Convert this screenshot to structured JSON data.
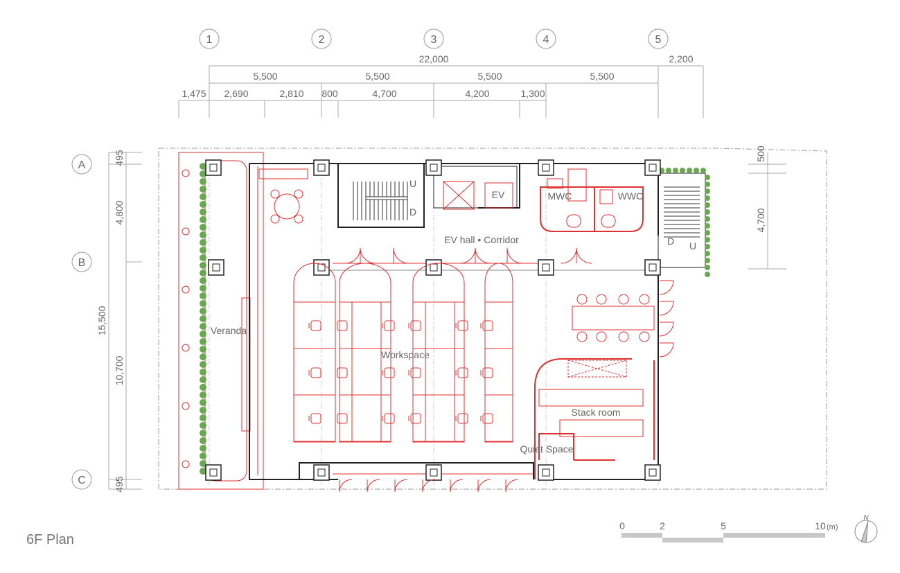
{
  "title": "6F Plan",
  "grid_columns": [
    "1",
    "2",
    "3",
    "4",
    "5"
  ],
  "grid_rows": [
    "A",
    "B",
    "C"
  ],
  "dimensions_top": {
    "overall": "22,000",
    "overhang": "2,200",
    "bays": [
      "5,500",
      "5,500",
      "5,500",
      "5,500"
    ],
    "sub": [
      "1,475",
      "2,690",
      "2,810",
      "800",
      "4,700",
      "4,200",
      "1,300"
    ]
  },
  "dimensions_left": {
    "overall": "15,500",
    "top_edge": "495",
    "bottom_edge": "495",
    "bay_ab": "4,800",
    "bay_bc": "10,700"
  },
  "dimensions_right": {
    "top": "500",
    "bay": "4,700"
  },
  "rooms": {
    "veranda": "Veranda",
    "workspace": "Workspace",
    "ev_hall": "EV hall • Corridor",
    "mwc": "MWC",
    "wwc": "WWC",
    "ev": "EV",
    "stack_room": "Stack room",
    "quiet_space": "Quiet Space"
  },
  "stair_labels": {
    "main_up": "U",
    "main_down": "D",
    "side_down": "D",
    "side_up": "U"
  },
  "scale_bar": {
    "ticks": [
      "0",
      "2",
      "5",
      "10"
    ],
    "unit": "(m)"
  },
  "north_label": "N",
  "colors": {
    "furniture": "#e03030",
    "wall": "#222222",
    "plant": "#6aa84f",
    "dimension": "#aaaaaa"
  }
}
